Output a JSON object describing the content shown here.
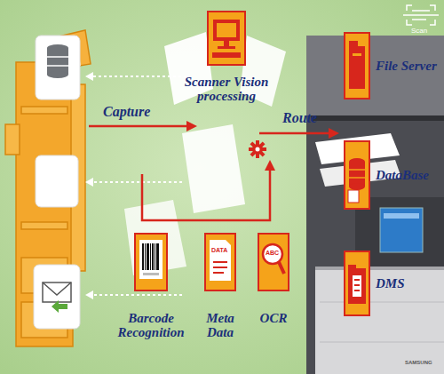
{
  "diagram": {
    "nodes": [
      {
        "text": [
          "Scanner Vision processing"
        ]
      },
      {
        "text": [
          "File Server"
        ]
      },
      {
        "text": [
          "DataBase"
        ]
      },
      {
        "text": [
          "DMS"
        ]
      },
      {
        "text": [
          "Barcode Recognition"
        ]
      },
      {
        "text": [
          "Meta Data"
        ]
      },
      {
        "text": [
          "OCR"
        ]
      }
    ],
    "labels": [
      "Capture",
      "Route",
      "DATA",
      "ABC",
      "Scan",
      "SAMSUNG"
    ]
  }
}
